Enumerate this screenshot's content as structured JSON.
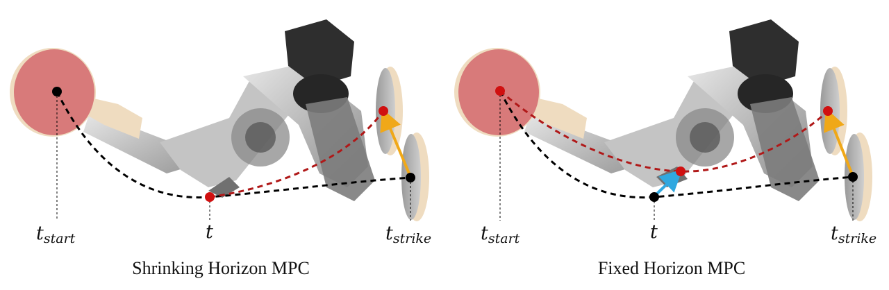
{
  "panels": [
    {
      "caption": "Shrinking Horizon MPC",
      "labels": {
        "start": "start",
        "t": "t",
        "strike": "strike"
      }
    },
    {
      "caption": "Fixed Horizon MPC",
      "labels": {
        "start": "start",
        "t": "t",
        "strike": "strike"
      }
    }
  ],
  "colors": {
    "paddle_face": "#d87a7a",
    "paddle_rim": "#efdcc0",
    "reference_path": "#000000",
    "replanned_path": "#b01818",
    "red_point": "#d01010",
    "black_point": "#000000",
    "strike_arrow": "#f0a818",
    "correction_arrow": "#30a8e0",
    "robot_gray": "#9a9a9a",
    "robot_dark": "#2a2a2a"
  }
}
